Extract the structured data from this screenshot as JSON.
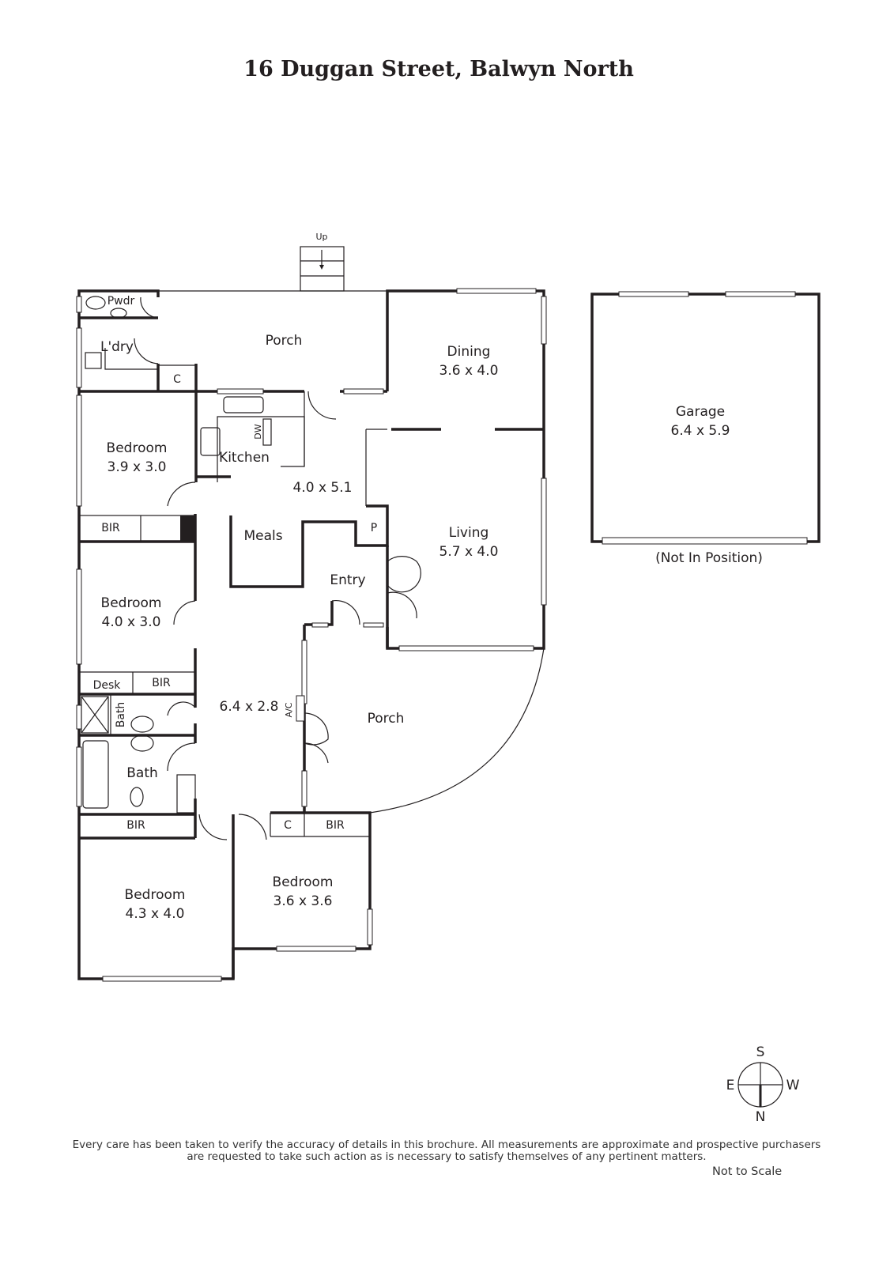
{
  "title": "16 Duggan Street, Balwyn North",
  "rooms": {
    "up": "Up",
    "pwdr": "Pwdr",
    "ldry": "L'dry",
    "porch_top": "Porch",
    "c1": "C",
    "dining": "Dining",
    "dining_size": "3.6 x 4.0",
    "bedroom1": "Bedroom",
    "bedroom1_size": "3.9 x 3.0",
    "kitchen": "Kitchen",
    "dw": "DW",
    "kitchen_size": "4.0 x 5.1",
    "meals": "Meals",
    "p": "P",
    "bir1": "BIR",
    "living": "Living",
    "living_size": "5.7 x 4.0",
    "entry": "Entry",
    "bedroom2": "Bedroom",
    "bedroom2_size": "4.0 x 3.0",
    "desk": "Desk",
    "bir2": "BIR",
    "bath_small": "Bath",
    "hall_size": "6.4 x 2.8",
    "ac": "A/C",
    "porch_side": "Porch",
    "bath": "Bath",
    "bir3": "BIR",
    "c2": "C",
    "bir4": "BIR",
    "bedroom3": "Bedroom",
    "bedroom3_size": "4.3 x 4.0",
    "bedroom4": "Bedroom",
    "bedroom4_size": "3.6 x 3.6",
    "garage": "Garage",
    "garage_size": "6.4 x 5.9",
    "garage_note": "(Not In Position)"
  },
  "compass": {
    "s": "S",
    "e": "E",
    "w": "W",
    "n": "N"
  },
  "disclaimer_line1": "Every care has been taken to verify the accuracy of details in this brochure. All measurements are approximate and prospective purchasers",
  "disclaimer_line2": "are requested to take such action as is necessary to satisfy themselves of any pertinent matters.",
  "not_to_scale": "Not to Scale"
}
